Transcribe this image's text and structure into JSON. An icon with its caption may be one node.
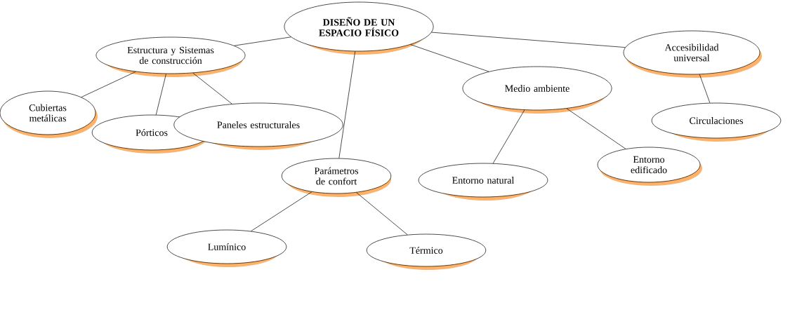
{
  "diagram": {
    "nodes": [
      {
        "text": [
          "DISEÑO DE UN ESPACIO FÍSICO"
        ]
      },
      {
        "text": [
          "Estructura y Sistemas de construcción"
        ]
      },
      {
        "text": [
          "Cubiertas metálicas"
        ]
      },
      {
        "text": [
          "Pórticos"
        ]
      },
      {
        "text": [
          "Paneles estructurales"
        ]
      },
      {
        "text": [
          "Parámetros de confort"
        ]
      },
      {
        "text": [
          "Lumínico"
        ]
      },
      {
        "text": [
          "Térmico"
        ]
      },
      {
        "text": [
          "Medio ambiente"
        ]
      },
      {
        "text": [
          "Entorno natural"
        ]
      },
      {
        "text": [
          "Entorno edificado"
        ]
      },
      {
        "text": [
          "Accesibilidad universal"
        ]
      },
      {
        "text": [
          "Circulaciones"
        ]
      }
    ],
    "edges": [
      {
        "from": 0,
        "to": 1,
        "arrow": "none"
      },
      {
        "from": 0,
        "to": 5,
        "arrow": "none"
      },
      {
        "from": 0,
        "to": 8,
        "arrow": "none"
      },
      {
        "from": 0,
        "to": 11,
        "arrow": "none"
      },
      {
        "from": 1,
        "to": 2,
        "arrow": "none"
      },
      {
        "from": 1,
        "to": 3,
        "arrow": "none"
      },
      {
        "from": 1,
        "to": 4,
        "arrow": "none"
      },
      {
        "from": 5,
        "to": 6,
        "arrow": "none"
      },
      {
        "from": 5,
        "to": 7,
        "arrow": "none"
      },
      {
        "from": 8,
        "to": 9,
        "arrow": "none"
      },
      {
        "from": 8,
        "to": 10,
        "arrow": "none"
      },
      {
        "from": 11,
        "to": 12,
        "arrow": "none"
      }
    ]
  }
}
